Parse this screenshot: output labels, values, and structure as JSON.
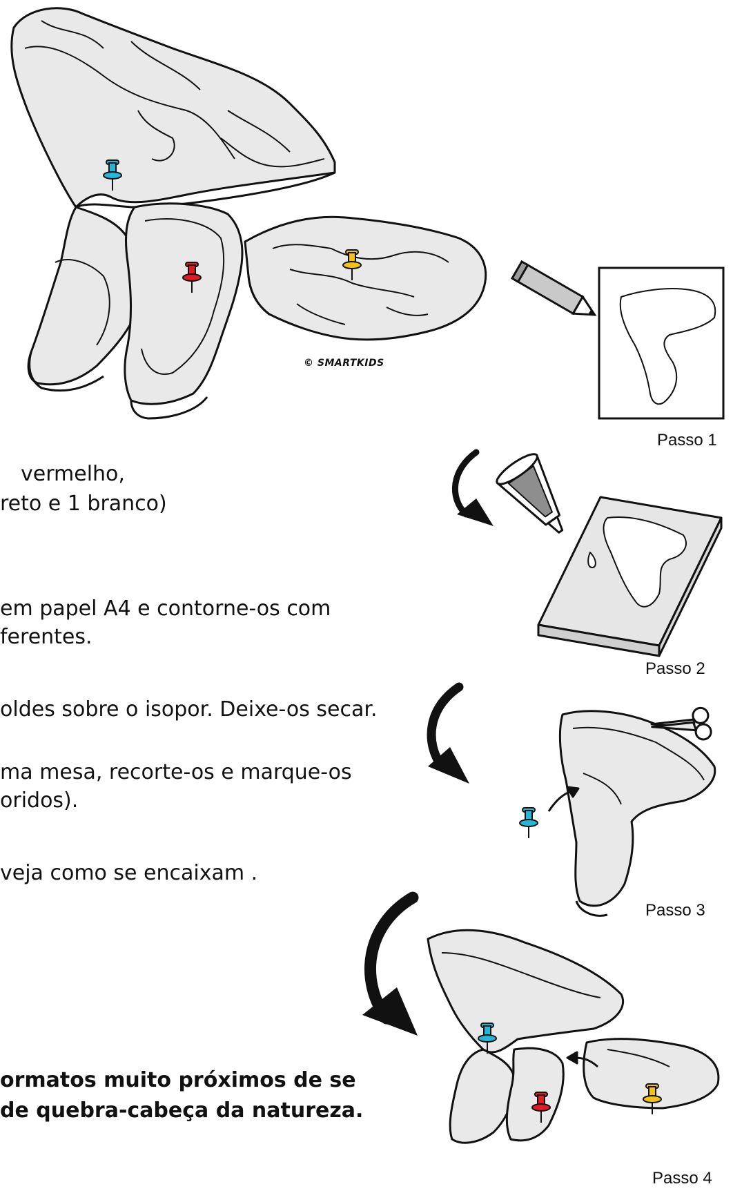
{
  "credit": "© SMARTKIDS",
  "steps": [
    {
      "caption": "Passo 1"
    },
    {
      "caption": "Passo 2"
    },
    {
      "caption": "Passo 3"
    },
    {
      "caption": "Passo 4"
    }
  ],
  "materials_text": {
    "line1": "vermelho,",
    "line2": "reto e 1 branco)"
  },
  "instructions": [
    {
      "line1": "em papel A4 e contorne-os com",
      "line2": "ferentes."
    },
    {
      "line1": "oldes sobre o isopor.  Deixe-os secar."
    },
    {
      "line1": "ma mesa, recorte-os e marque-os",
      "line2": "oridos)."
    },
    {
      "line1": "veja como se encaixam ."
    }
  ],
  "conclusion": {
    "line1": "ormatos muito próximos de se",
    "line2": "de quebra-cabeça da natureza."
  },
  "colors": {
    "pin_blue": "#26b7d6",
    "pin_red": "#e01b24",
    "pin_yellow": "#f2c21a",
    "map_fill": "#e9e9e9",
    "outline": "#111111"
  }
}
